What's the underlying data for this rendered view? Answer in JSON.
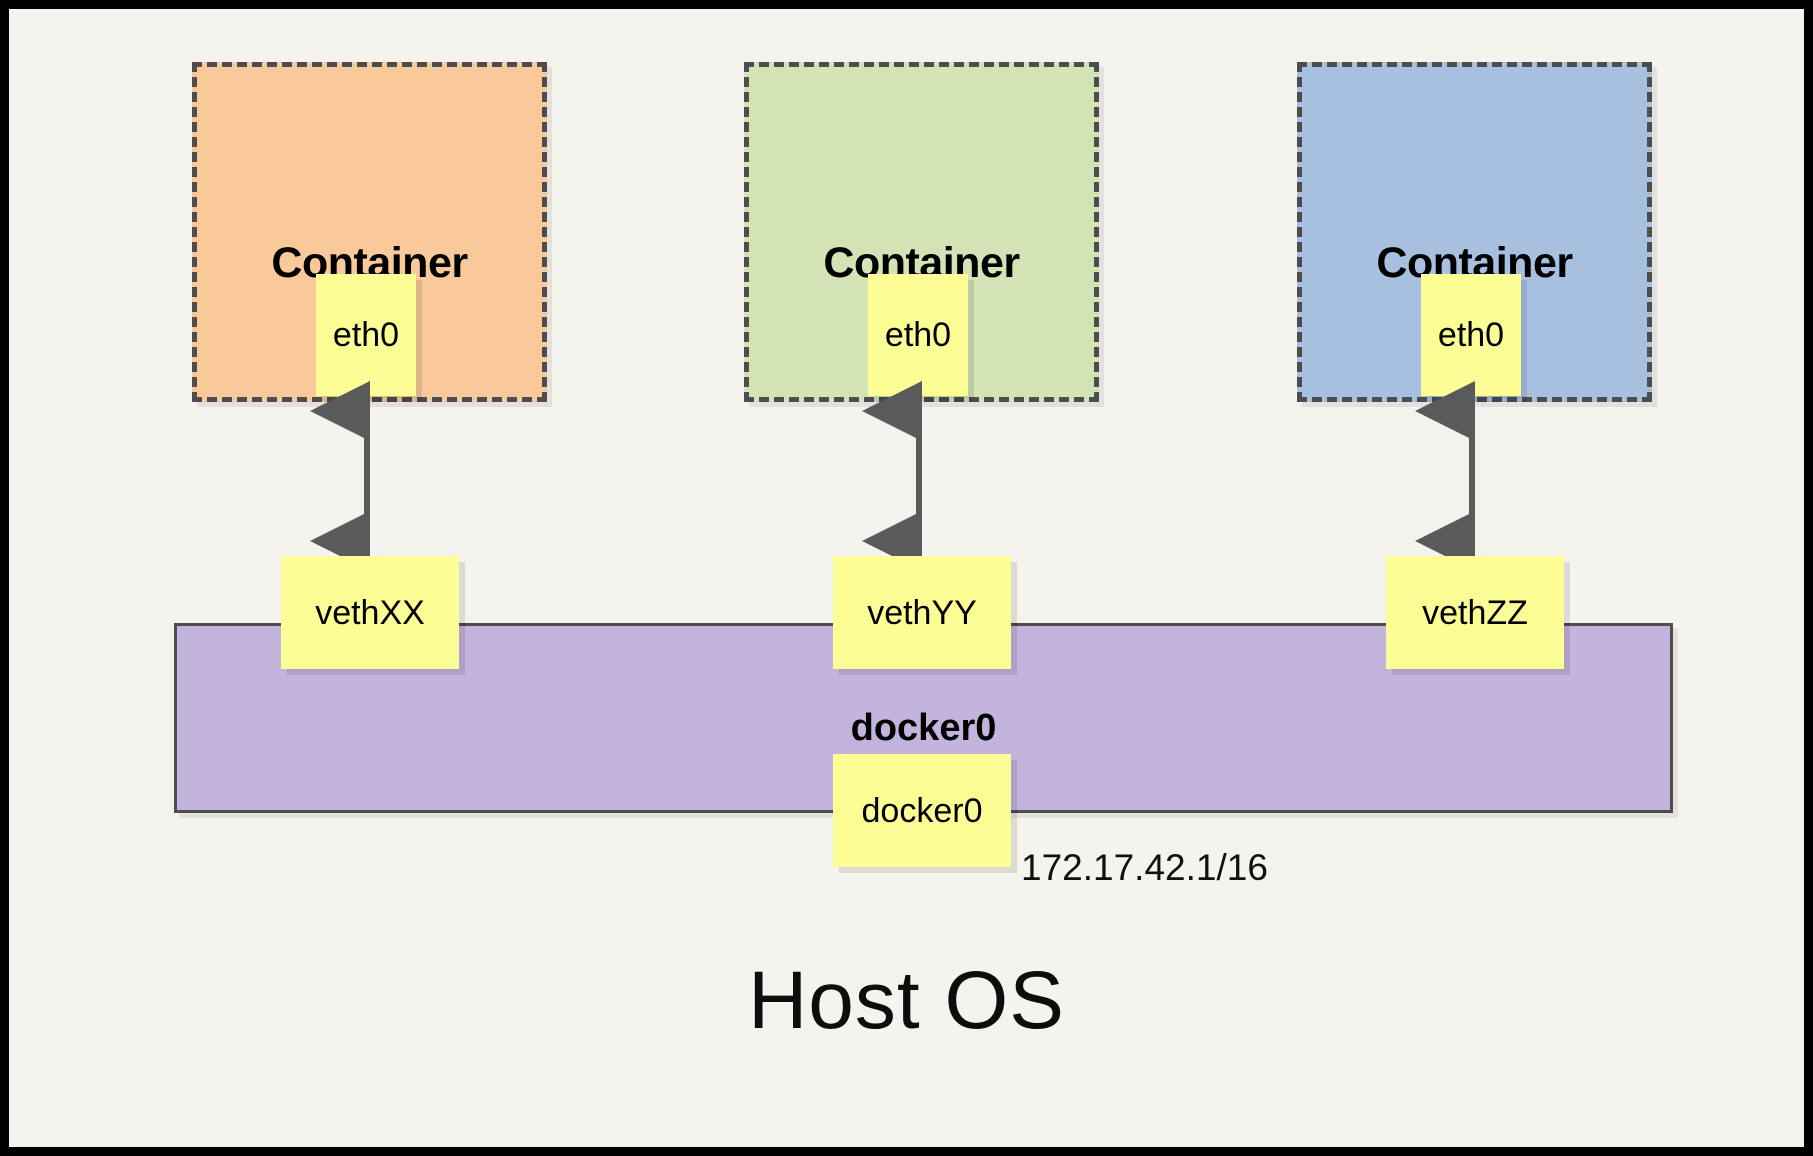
{
  "diagram": {
    "title_text": "Host OS",
    "background_color": "#f4f3ee",
    "frame_color": "#000000"
  },
  "containers": [
    {
      "label": "Container",
      "fill_color": "#f9c99a",
      "border_style": "dashed",
      "interface": {
        "label": "eth0",
        "fill_color": "#fdfd96"
      }
    },
    {
      "label": "Container",
      "fill_color": "#d4e3b5",
      "border_style": "dashed",
      "interface": {
        "label": "eth0",
        "fill_color": "#fdfd96"
      }
    },
    {
      "label": "Container",
      "fill_color": "#a8c0e0",
      "border_style": "dashed",
      "interface": {
        "label": "eth0",
        "fill_color": "#fdfd96"
      }
    }
  ],
  "veth_pairs": [
    {
      "label": "vethXX",
      "fill_color": "#fdfd96"
    },
    {
      "label": "vethYY",
      "fill_color": "#fdfd96"
    },
    {
      "label": "vethZZ",
      "fill_color": "#fdfd96"
    }
  ],
  "bridge": {
    "bar_label": "docker0",
    "node_label": "docker0",
    "ip_address": "172.17.42.1/16",
    "fill_color": "#c3b4dd",
    "border_color": "#4d4d4d"
  },
  "arrows": {
    "style": "double-headed",
    "color": "#5a5a5a",
    "count": 3
  }
}
